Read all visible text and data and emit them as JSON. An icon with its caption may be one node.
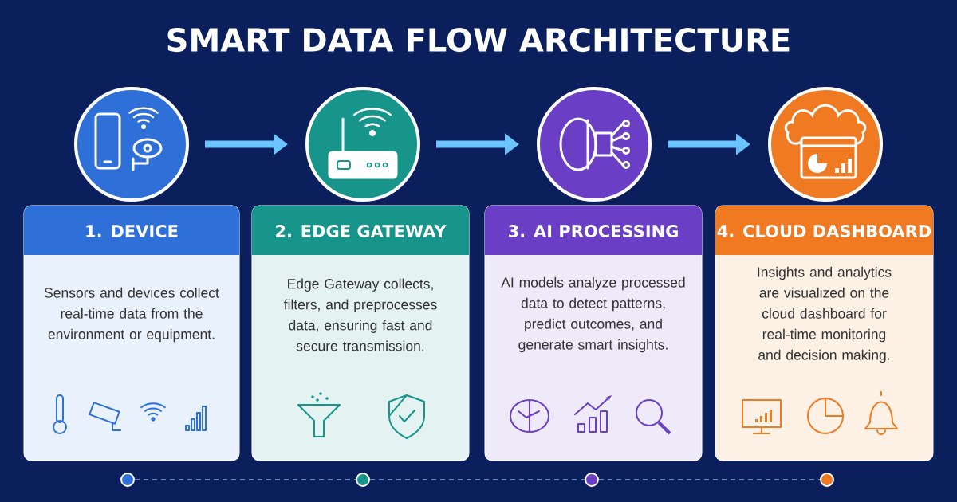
{
  "diagram": {
    "title": "SMART DATA FLOW ARCHITECTURE",
    "nodes": [
      {
        "text": [],
        "shape": "circle"
      },
      {
        "text": [],
        "shape": "circle"
      },
      {
        "text": [],
        "shape": "circle"
      },
      {
        "text": [],
        "shape": "circle"
      },
      {
        "text": [
          "1. DEVICE",
          "Sensors and devices collect real-time data from the environment or equipment."
        ]
      },
      {
        "text": [
          "2. EDGE GATEWAY",
          "Edge Gateway collects, filters, and preprocesses data, ensuring fast and secure transmission."
        ]
      },
      {
        "text": [
          "3. AI PROCESSING",
          "AI models analyze processed data to detect patterns, predict outcomes, and generate smart insights."
        ]
      },
      {
        "text": [
          "4. CLOUD DASHBOARD",
          "Insights and analytics are visualized on the cloud dashboard for real-time monitoring and decision making."
        ]
      },
      {
        "text": [],
        "shape": "circle"
      },
      {
        "text": [],
        "shape": "circle"
      },
      {
        "text": [],
        "shape": "circle"
      },
      {
        "text": [],
        "shape": "circle"
      }
    ],
    "edges": [
      {
        "from": 0,
        "to": 1,
        "arrow": "to",
        "style": "thick"
      },
      {
        "from": 1,
        "to": 2,
        "arrow": "to",
        "style": "thick"
      },
      {
        "from": 2,
        "to": 3,
        "arrow": "to",
        "style": "thick"
      },
      {
        "from": 8,
        "to": 9,
        "arrow": "none",
        "style": "dashed",
        "color": "#7fa6dc"
      },
      {
        "from": 9,
        "to": 10,
        "arrow": "none",
        "style": "dashed",
        "color": "#7fa6dc"
      },
      {
        "from": 10,
        "to": 11,
        "arrow": "none",
        "style": "dashed",
        "color": "#7fa6dc"
      }
    ]
  }
}
